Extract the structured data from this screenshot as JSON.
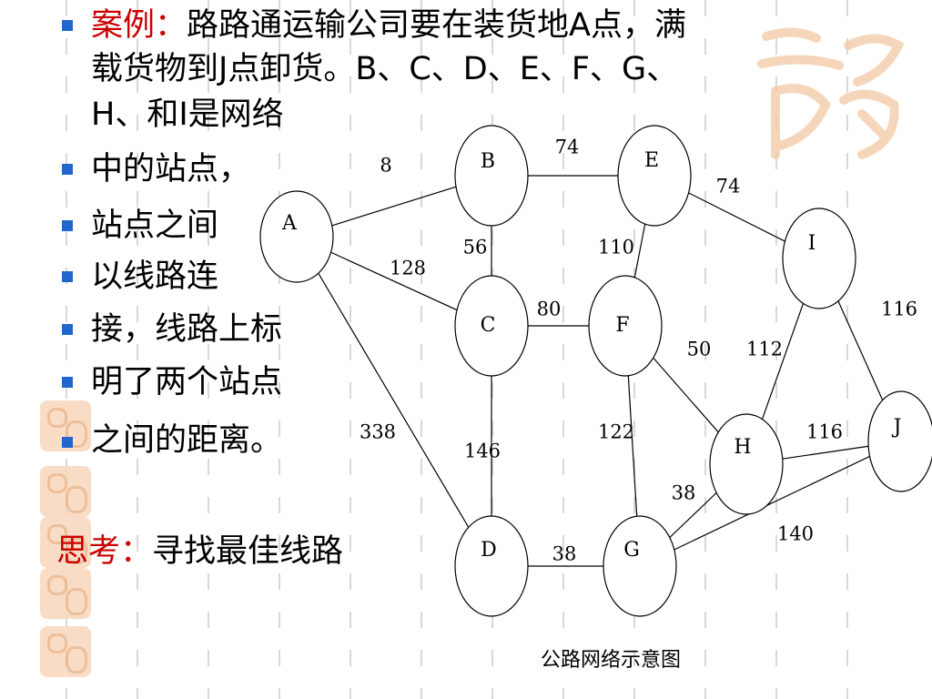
{
  "intro": {
    "case_label": "案例：",
    "line1_rest": "路路通运输公司要在装货地A点，满",
    "line2": "载货物到J点卸货。B、C、D、E、F、G、",
    "line3": "H、和I是网络"
  },
  "bullets": [
    "中的站点，",
    "站点之间",
    "以线路连",
    "接，线路上标",
    "明了两个站点",
    "之间的距离。"
  ],
  "think": {
    "label": "思考：",
    "text": "寻找最佳线路"
  },
  "caption": "公路网络示意图",
  "colors": {
    "bullet": "#2266cc",
    "highlight": "#cc0000",
    "seal": "#f2b98c"
  },
  "graph": {
    "nodes": [
      "A",
      "B",
      "C",
      "D",
      "E",
      "F",
      "G",
      "H",
      "I",
      "J"
    ],
    "edges": [
      {
        "from": "A",
        "to": "B",
        "weight": "8"
      },
      {
        "from": "A",
        "to": "C",
        "weight": "128"
      },
      {
        "from": "A",
        "to": "D",
        "weight": "338"
      },
      {
        "from": "B",
        "to": "E",
        "weight": "74"
      },
      {
        "from": "B",
        "to": "C",
        "weight": "56"
      },
      {
        "from": "E",
        "to": "I",
        "weight": "74"
      },
      {
        "from": "E",
        "to": "F",
        "weight": "110"
      },
      {
        "from": "C",
        "to": "F",
        "weight": "80"
      },
      {
        "from": "C",
        "to": "D",
        "weight": "146"
      },
      {
        "from": "F",
        "to": "H",
        "weight": "50"
      },
      {
        "from": "F",
        "to": "G",
        "weight": "122"
      },
      {
        "from": "I",
        "to": "H",
        "weight": "112"
      },
      {
        "from": "I",
        "to": "J",
        "weight": "116"
      },
      {
        "from": "H",
        "to": "J",
        "weight": "116"
      },
      {
        "from": "H",
        "to": "G",
        "weight": "38"
      },
      {
        "from": "D",
        "to": "G",
        "weight": "38"
      },
      {
        "from": "G",
        "to": "J",
        "weight": "140"
      }
    ]
  }
}
